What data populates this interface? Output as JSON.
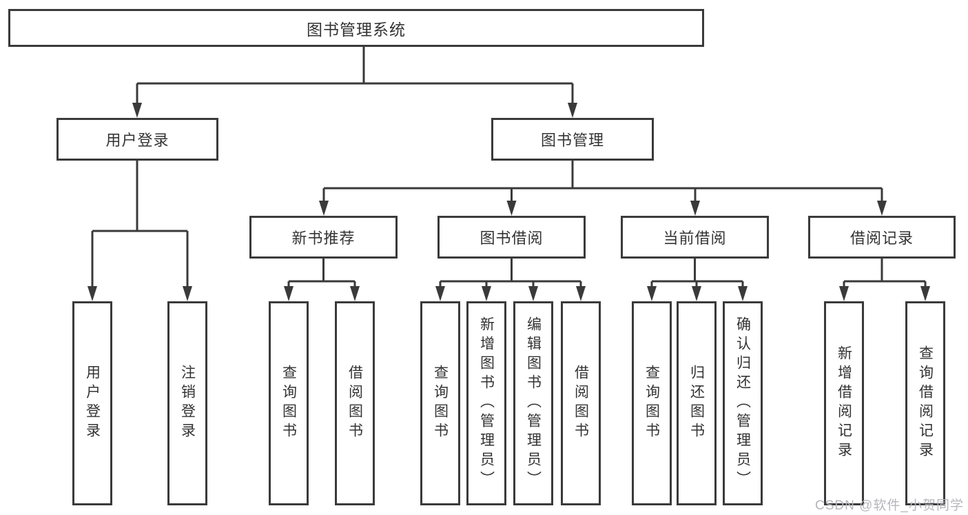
{
  "tree": {
    "label": "图书管理系统",
    "children": [
      {
        "label": "用户登录",
        "children": [
          {
            "label": "用户登录"
          },
          {
            "label": "注销登录"
          }
        ]
      },
      {
        "label": "图书管理",
        "children": [
          {
            "label": "新书推荐",
            "children": [
              {
                "label": "查询图书"
              },
              {
                "label": "借阅图书"
              }
            ]
          },
          {
            "label": "图书借阅",
            "children": [
              {
                "label": "查询图书"
              },
              {
                "label": "新增图书（管理员）"
              },
              {
                "label": "编辑图书（管理员）"
              },
              {
                "label": "借阅图书"
              }
            ]
          },
          {
            "label": "当前借阅",
            "children": [
              {
                "label": "查询图书"
              },
              {
                "label": "归还图书"
              },
              {
                "label": "确认归还（管理员）"
              }
            ]
          },
          {
            "label": "借阅记录",
            "children": [
              {
                "label": "新增借阅记录"
              },
              {
                "label": "查询借阅记录"
              }
            ]
          }
        ]
      }
    ]
  },
  "watermark": "CSDN @软件_小贺同学",
  "colors": {
    "line": "#3a3a3a",
    "text": "#333333",
    "watermark": "#b6b6bc"
  }
}
